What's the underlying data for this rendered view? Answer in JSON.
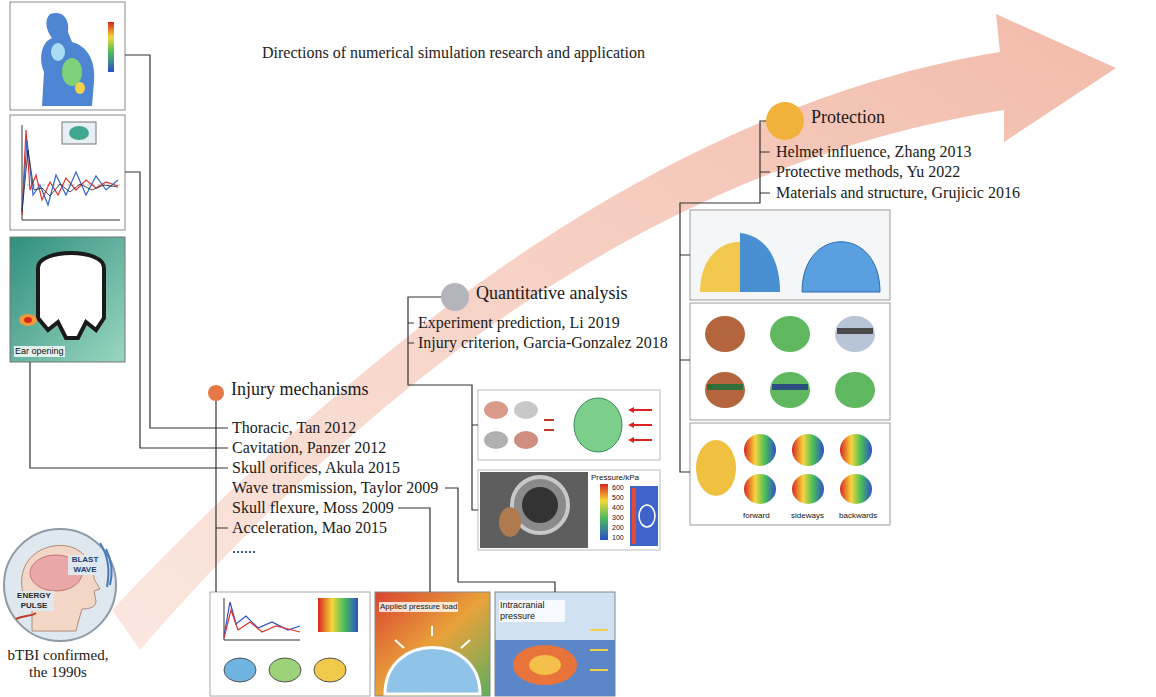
{
  "diagram": {
    "title": "Directions of numerical simulation research and application",
    "nodes": [
      {
        "text": [
          "BLAST WAVE",
          "ENERGY PULSE",
          "bTBI confirmed, the 1990s"
        ]
      },
      {
        "text": [
          "Injury mechanisms"
        ]
      },
      {
        "text": [
          "Quantitative analysis"
        ]
      },
      {
        "text": [
          "Protection"
        ]
      }
    ],
    "labels": [
      "Thoracic, Tan 2012",
      "Cavitation, Panzer 2012",
      "Skull orifices, Akula 2015",
      "Wave transmission, Taylor 2009",
      "Skull flexure, Moss 2009",
      "Acceleration, Mao 2015",
      "......",
      "Experiment prediction, Li 2019",
      "Injury criterion, Garcia-Gonzalez 2018",
      "Helmet influence, Zhang 2013",
      "Protective methods, Yu 2022",
      "Materials and structure, Grujicic 2016",
      "Ear opening",
      "Applied pressure load",
      "Intracranial pressure",
      "Pressure/kPa",
      "600",
      "500",
      "400",
      "300",
      "200",
      "100",
      "forward",
      "sideways",
      "backwards"
    ]
  }
}
